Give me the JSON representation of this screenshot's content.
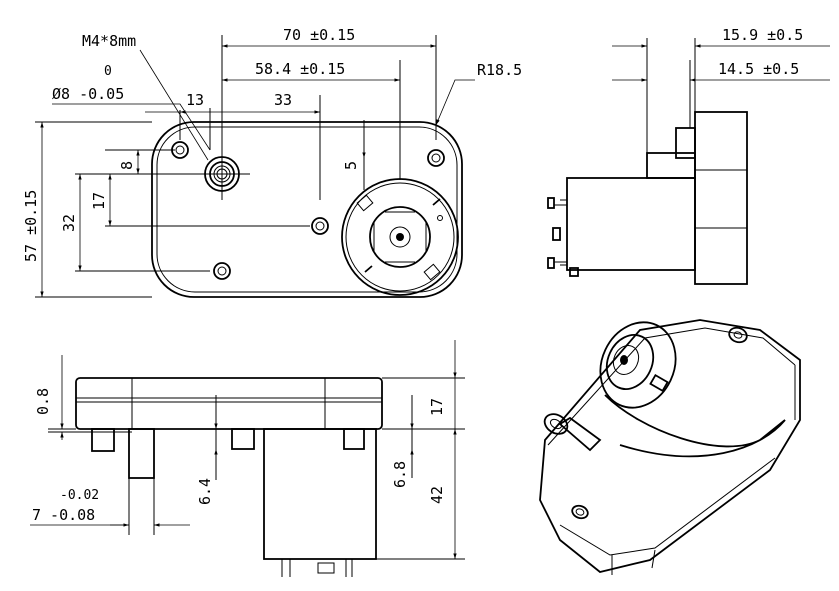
{
  "drawing": {
    "top_view": {
      "thread": "M4*8mm",
      "dia_tol_upper": "0",
      "dia_label": "Ø8 -0.05",
      "dim_70": "70 ±0.15",
      "dim_58": "58.4 ±0.15",
      "radius": "R18.5",
      "dim_13": "13",
      "dim_33": "33",
      "dim_8": "8",
      "dim_5": "5",
      "dim_17": "17",
      "dim_32": "32",
      "dim_57": "57 ±0.15"
    },
    "side_view": {
      "dim_159": "15.9 ±0.5",
      "dim_145": "14.5 ±0.5"
    },
    "front_view": {
      "dim_08": "0.8",
      "dim_17": "17",
      "dim_64": "6.4",
      "dim_68": "6.8",
      "dim_42": "42",
      "tol_upper": "-0.02",
      "dim_7": "7 -0.08"
    }
  }
}
